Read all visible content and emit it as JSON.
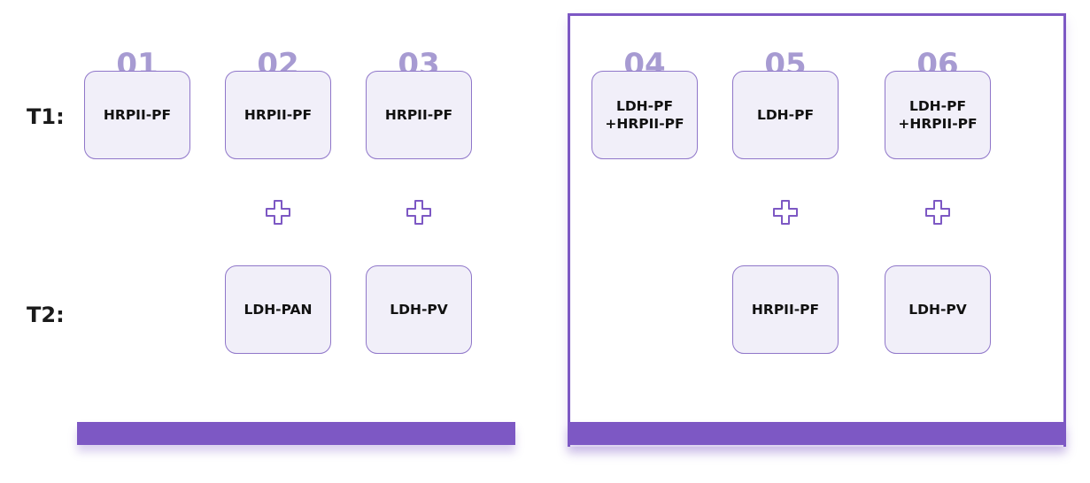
{
  "rows": {
    "t1_label": "T1:",
    "t2_label": "T2:"
  },
  "groups": [
    {
      "name": "left",
      "columns": [
        {
          "number": "01",
          "t1": "HRPII-PF",
          "t2": ""
        },
        {
          "number": "02",
          "t1": "HRPII-PF",
          "t2": "LDH-PAN"
        },
        {
          "number": "03",
          "t1": "HRPII-PF",
          "t2": "LDH-PV"
        }
      ]
    },
    {
      "name": "right",
      "columns": [
        {
          "number": "04",
          "t1": "LDH-PF\n+HRPII-PF",
          "t2": ""
        },
        {
          "number": "05",
          "t1": "LDH-PF",
          "t2": "HRPII-PF"
        },
        {
          "number": "06",
          "t1": "LDH-PF\n+HRPII-PF",
          "t2": "LDH-PV"
        }
      ]
    }
  ],
  "colors": {
    "accent": "#7d58c4",
    "box_fill": "#f1eff9",
    "box_border": "#8f76c9",
    "number": "#a79bd2"
  },
  "icons": {
    "combine": "plus-outline-icon"
  }
}
